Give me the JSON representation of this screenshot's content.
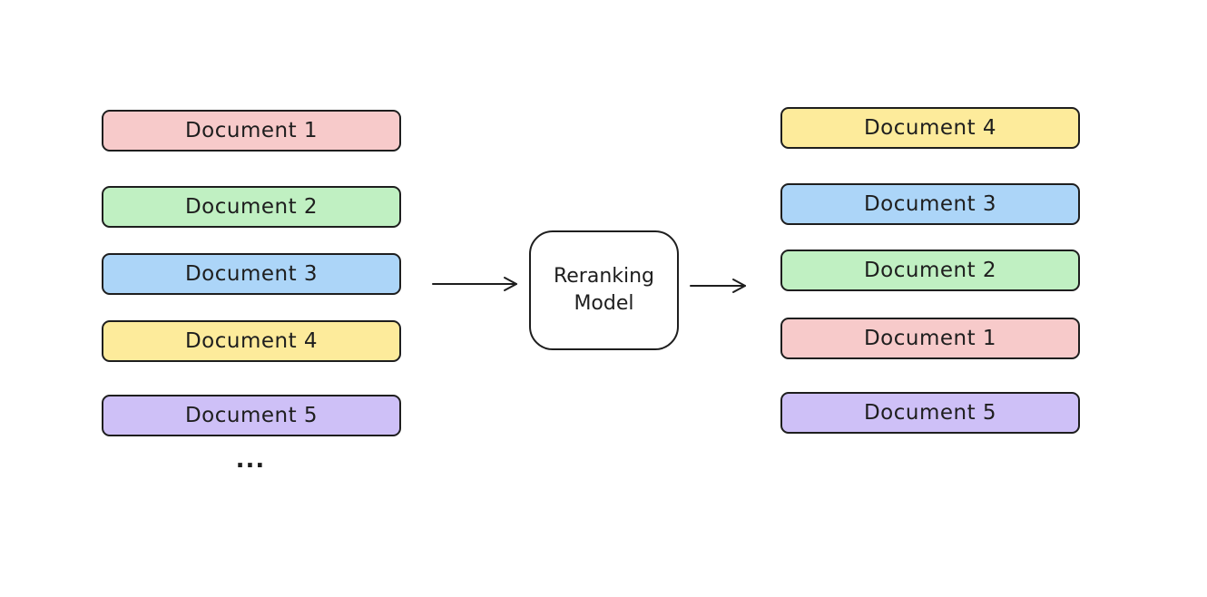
{
  "input_documents": [
    {
      "label": "Document 1",
      "color": "#f7caca"
    },
    {
      "label": "Document 2",
      "color": "#c0f0c2"
    },
    {
      "label": "Document 3",
      "color": "#acd5f8"
    },
    {
      "label": "Document 4",
      "color": "#fdeb9b"
    },
    {
      "label": "Document 5",
      "color": "#cec0f7"
    }
  ],
  "ellipsis": "...",
  "model": {
    "label": "Reranking\nModel"
  },
  "output_documents": [
    {
      "label": "Document 4",
      "color": "#fdeb9b"
    },
    {
      "label": "Document 3",
      "color": "#acd5f8"
    },
    {
      "label": "Document 2",
      "color": "#c0f0c2"
    },
    {
      "label": "Document 1",
      "color": "#f7caca"
    },
    {
      "label": "Document 5",
      "color": "#cec0f7"
    }
  ],
  "stroke_color": "#1e1e1e"
}
